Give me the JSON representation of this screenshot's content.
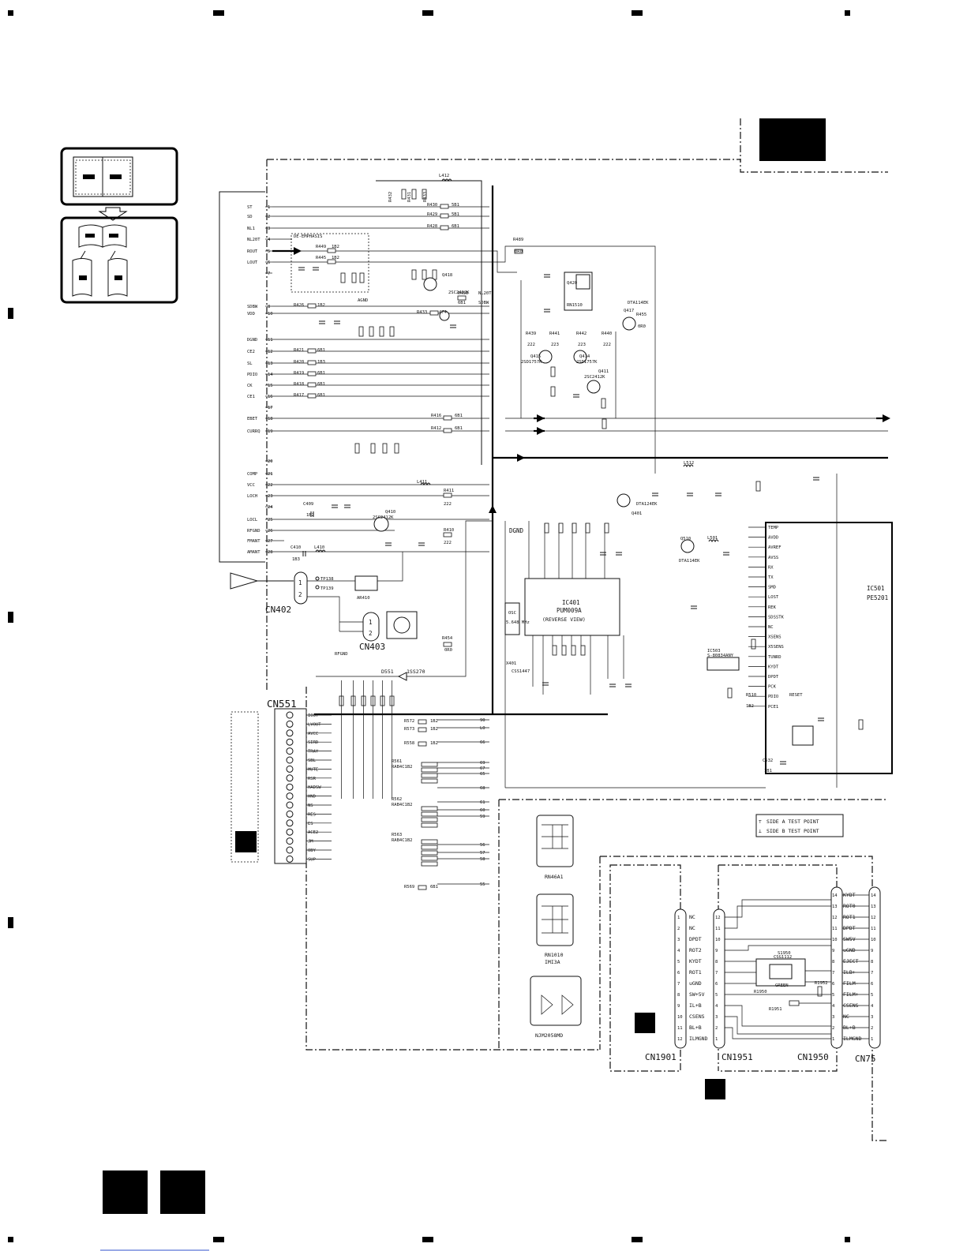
{
  "connectors": {
    "cn402": "CN402",
    "cn403": "CN403",
    "cn551": "CN551",
    "cn1901": "CN1901",
    "cn1951": "CN1951",
    "cn1950": "CN1950",
    "cn75": "CN75"
  },
  "left_pins": [
    {
      "n": "1",
      "name": "ST"
    },
    {
      "n": "2",
      "name": "SD"
    },
    {
      "n": "3",
      "name": "NL1"
    },
    {
      "n": "4",
      "name": "NL20T"
    },
    {
      "n": "5",
      "name": "ROUT"
    },
    {
      "n": "6",
      "name": "LOUT"
    },
    {
      "n": "7",
      "name": ""
    },
    {
      "n": "8",
      "name": "SDBW"
    },
    {
      "n": "10",
      "name": "VDD"
    },
    {
      "n": "11",
      "name": "DGND"
    },
    {
      "n": "12",
      "name": "CE2"
    },
    {
      "n": "13",
      "name": "SL"
    },
    {
      "n": "14",
      "name": "PDIO"
    },
    {
      "n": "15",
      "name": "CK"
    },
    {
      "n": "16",
      "name": "CE1"
    },
    {
      "n": "17",
      "name": ""
    },
    {
      "n": "18",
      "name": "EBET"
    },
    {
      "n": "19",
      "name": "CURRQ"
    },
    {
      "n": "20",
      "name": ""
    },
    {
      "n": "21",
      "name": "COMP"
    },
    {
      "n": "22",
      "name": "VCC"
    },
    {
      "n": "23",
      "name": "LOCH"
    },
    {
      "n": "24",
      "name": ""
    },
    {
      "n": "25",
      "name": "LOCL"
    },
    {
      "n": "26",
      "name": "RFGND"
    },
    {
      "n": "27",
      "name": "FMANT"
    },
    {
      "n": "28",
      "name": "AMANT"
    }
  ],
  "labels": {
    "de_emphasis": "DE-EMPHASIS",
    "agnd": "AGND",
    "dgnd": "DGND",
    "rfgnd": "RFGND",
    "tp138": "TP138",
    "tp139": "TP139",
    "ar410": "AR410",
    "d551": "D551",
    "d551_part": "1SS270",
    "ic401": "IC401",
    "ic401_part": "PUM009A",
    "ic401_view": "(REVERSE VIEW)",
    "ic501": "IC501",
    "ic501_part": "PE5201",
    "ic503": "IC503",
    "ic503_part": "S-80834ANY",
    "osc": "OSC",
    "osc_freq": "5.648 MHz",
    "x401": "X401",
    "x401_part": "CSS1447",
    "rn46a1": "RN46A1",
    "rn1010": "RN1010",
    "im13a": "IMI3A",
    "njm": "NJM2058MD",
    "test_side_a": "SIDE A TEST POINT",
    "test_side_b": "SIDE B TEST POINT",
    "q410": "Q410",
    "q410_part": "2SC2412K",
    "q411": "Q411",
    "q411_part": "2SC2412K",
    "q414": "Q414",
    "q414_part": "2SD1757K",
    "q415": "Q415",
    "q415_part": "2SD1757K",
    "q417": "Q417",
    "q417_part": "DTA114EK",
    "q418": "Q418",
    "q418_part": "2SC2412K",
    "q420": "Q420",
    "q420_part": "RN1510",
    "q401": "Q401",
    "q401_part": "DTA124EK",
    "q510": "Q510",
    "q510_part": "DTA114EK",
    "s1950": "S1950",
    "s1950_part": "CSG1112",
    "green": "GREEN",
    "r1950": "R1950",
    "r1951": "R1951",
    "r1952": "R1952"
  },
  "ic_pins": [
    "TEMP",
    "AVDD",
    "AVREF",
    "AVSS",
    "RX",
    "TX",
    "SMD",
    "LOST",
    "REK",
    "SDSSTK",
    "NC",
    "XSENS",
    "X5SENS",
    "TUNRD",
    "KYDT",
    "DPDT",
    "PCK",
    "PDIO",
    "PCE1"
  ],
  "cn551_pins": [
    "IOUT",
    "LVOUT",
    "AVCC",
    "SIRD",
    "TRAY",
    "SBL",
    "MUTE",
    "RSR",
    "HADSW",
    "HND",
    "NS",
    "RES",
    "ES",
    "ACE2",
    "JM",
    "OBY",
    "SUP"
  ],
  "rnets": [
    "90",
    "LO",
    "66",
    "69",
    "67",
    "65",
    "68",
    "61",
    "60",
    "59",
    "56",
    "57",
    "58",
    "55"
  ],
  "cn1901_pins": [
    "NC",
    "NC",
    "DPDT",
    "ROT2",
    "KYDT",
    "ROT1",
    "uGND",
    "SW+5V",
    "IL+B",
    "CSENS",
    "BL+B",
    "ILMGND"
  ],
  "cn1950_pins": [
    "KYDT",
    "ROT0",
    "ROT1",
    "DPDT",
    "SW5V",
    "uGND",
    "EJECT",
    "ILB+",
    "FILM-",
    "FILM+",
    "CSENS",
    "NC",
    "BL+B",
    "ILMGND"
  ]
}
